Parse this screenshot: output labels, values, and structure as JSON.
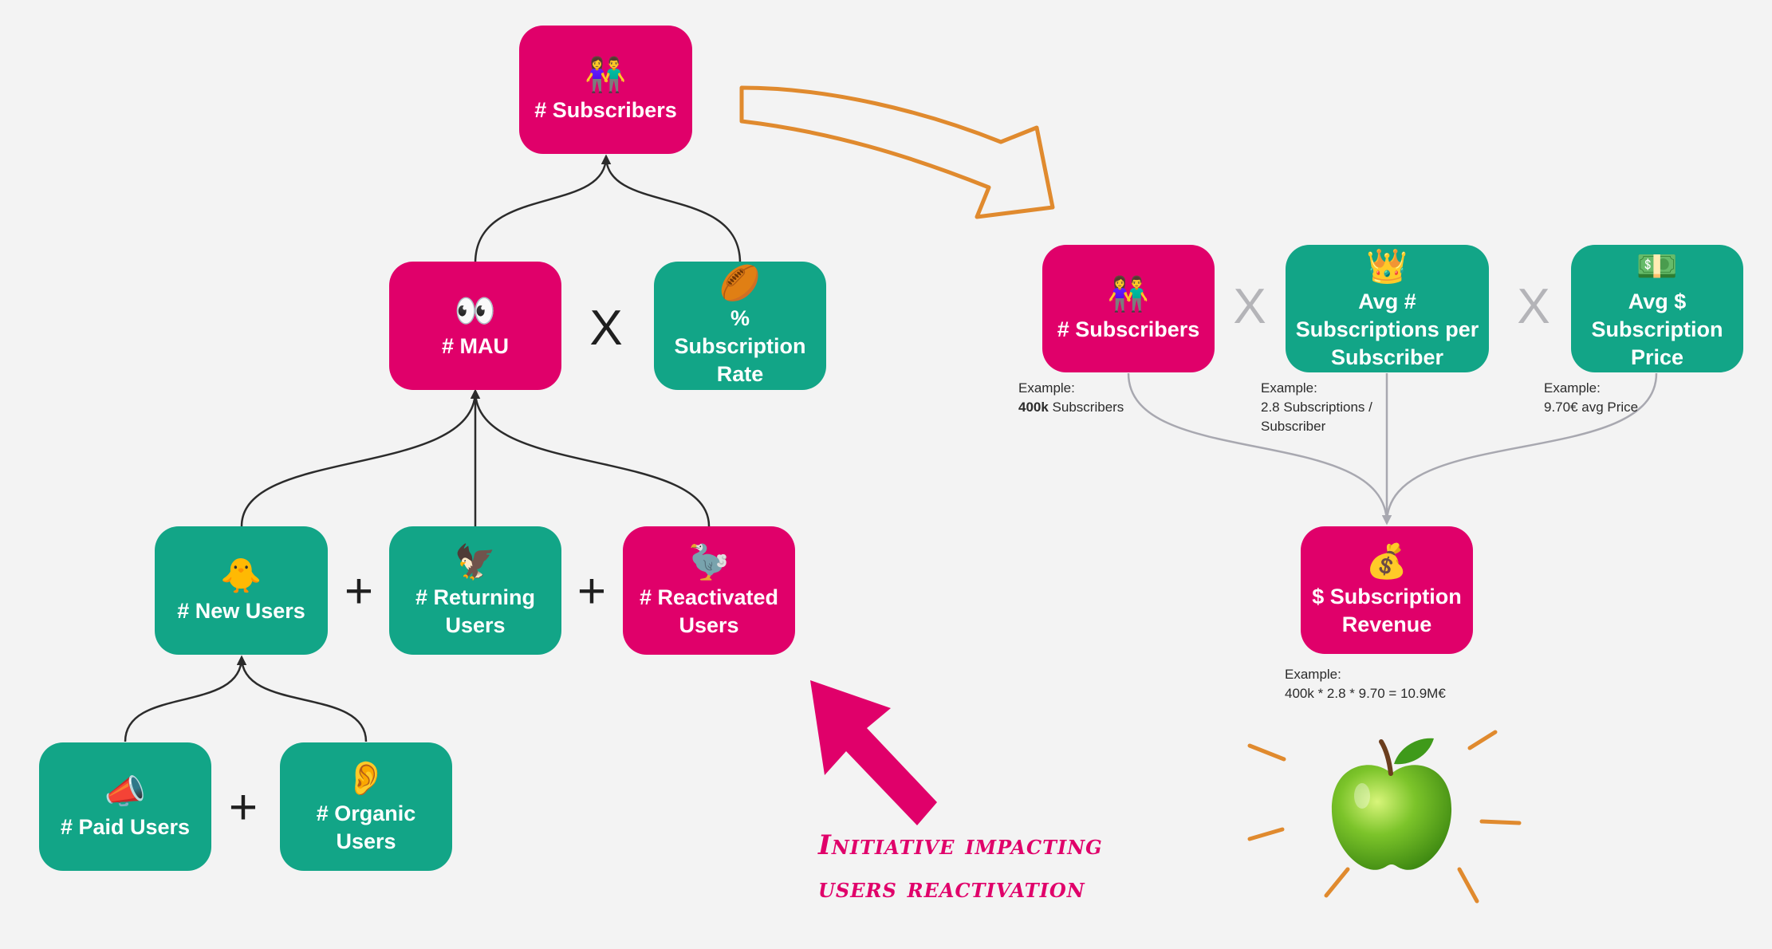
{
  "colors": {
    "pink": "#e0006a",
    "green": "#12a587",
    "background": "#f3f3f3",
    "orange_arrow": "#e08a2e",
    "connector_dark": "#2b2b2b",
    "connector_grey": "#a8a8b0"
  },
  "left_tree": {
    "subscribers": {
      "emoji": "👫",
      "icon": "couple-icon",
      "label": "# Subscribers"
    },
    "mau": {
      "emoji": "👀",
      "icon": "eyes-icon",
      "label": "# MAU"
    },
    "subscription_rate": {
      "emoji": "🏉",
      "icon": "rugby-ball-icon",
      "label": "% Subscription Rate"
    },
    "new_users": {
      "emoji": "🐥",
      "icon": "chick-icon",
      "label": "# New Users"
    },
    "returning_users": {
      "emoji": "🦅",
      "icon": "eagle-icon",
      "label": "# Returning Users"
    },
    "reactivated_users": {
      "emoji": "🦤",
      "icon": "dodo-icon",
      "label": "# Reactivated Users"
    },
    "paid_users": {
      "emoji": "📣",
      "icon": "megaphone-icon",
      "label": "# Paid Users"
    },
    "organic_users": {
      "emoji": "👂",
      "icon": "ear-icon",
      "label": "# Organic Users"
    },
    "operators": {
      "times": "X",
      "plus": "+"
    }
  },
  "right_tree": {
    "subscribers": {
      "emoji": "👫",
      "icon": "couple-icon",
      "label": "# Subscribers"
    },
    "avg_subscriptions": {
      "emoji": "👑",
      "icon": "crown-icon",
      "label": "Avg # Subscriptions per Subscriber"
    },
    "avg_price": {
      "emoji": "💵",
      "icon": "dollar-banknote-icon",
      "label": "Avg $ Subscription Price"
    },
    "revenue": {
      "emoji": "💰",
      "icon": "money-bag-icon",
      "label": "$ Subscription Revenue"
    },
    "operators": {
      "times": "X"
    },
    "notes": {
      "subscribers": {
        "line1": "Example:",
        "bold": "400k",
        "rest": " Subscribers"
      },
      "avg_subscriptions": {
        "line1": "Example:",
        "line2": "2.8 Subscriptions /",
        "line3": "Subscriber"
      },
      "avg_price": {
        "line1": "Example:",
        "line2": "9.70€ avg Price"
      },
      "revenue": {
        "line1": "Example:",
        "line2": "400k * 2.8 * 9.70 = 10.9M€"
      }
    }
  },
  "annotation": {
    "line1": "Initiative impacting",
    "line2": "users reactivation"
  },
  "decoration": {
    "apple_emoji": "🍏",
    "apple_icon": "green-apple-icon"
  }
}
